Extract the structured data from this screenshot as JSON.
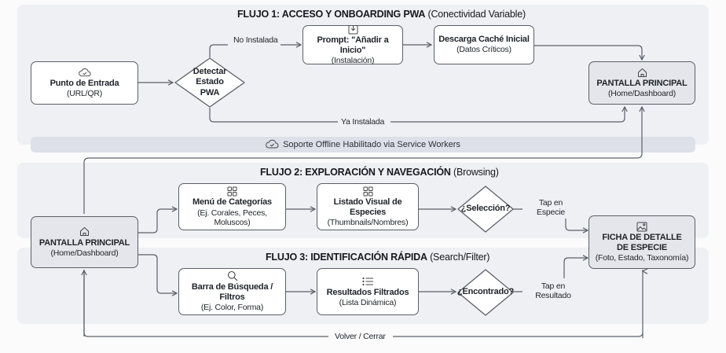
{
  "flows": [
    {
      "id": "flujo1",
      "title_bold": "FLUJO 1: ACCESO Y ONBOARDING PWA",
      "title_note": "(Conectividad Variable)"
    },
    {
      "id": "flujo2",
      "title_bold": "FLUJO 2: EXPLORACIÓN Y NAVEGACIÓN",
      "title_note": "(Browsing)"
    },
    {
      "id": "flujo3",
      "title_bold": "FLUJO 3: IDENTIFICACIÓN RÁPIDA",
      "title_note": "(Search/Filter)"
    }
  ],
  "offline_banner": {
    "icon": "cloud-check-icon",
    "text": "Soporte Offline Habilitado via Service Workers"
  },
  "nodes": {
    "entry": {
      "icon": "cloud-check-icon",
      "title": "Punto de Entrada",
      "subtitle": "(URL/QR)"
    },
    "detect": {
      "title": "Detectar Estado PWA"
    },
    "prompt": {
      "icon": "download-icon",
      "title": "Prompt: \"Añadir a Inicio\"",
      "subtitle": "(Instalación)"
    },
    "cache": {
      "title": "Descarga Caché Inicial",
      "subtitle": "(Datos Críticos)"
    },
    "home_top": {
      "icon": "home-icon",
      "title": "PANTALLA PRINCIPAL",
      "subtitle": "(Home/Dashboard)"
    },
    "home_left": {
      "icon": "home-icon",
      "title": "PANTALLA PRINCIPAL",
      "subtitle": "(Home/Dashboard)"
    },
    "categories": {
      "icon": "grid-icon",
      "title": "Menú de Categorías",
      "subtitle": "(Ej. Corales, Peces, Moluscos)"
    },
    "species_list": {
      "icon": "grid-icon",
      "title": "Listado Visual de Especies",
      "subtitle": "(Thumbnails/Nombres)"
    },
    "selection": {
      "title": "¿Selección?"
    },
    "search": {
      "icon": "search-icon",
      "title": "Barra de Búsqueda / Filtros",
      "subtitle": "(Ej. Color, Forma)"
    },
    "results": {
      "icon": "list-icon",
      "title": "Resultados Filtrados",
      "subtitle": "(Lista Dinámica)"
    },
    "found": {
      "title": "¿Encontrado?"
    },
    "detail": {
      "icon": "image-icon",
      "title": "FICHA DE DETALLE DE ESPECIE",
      "subtitle": "(Foto, Estado, Taxonomía)"
    }
  },
  "edges": {
    "not_installed": "No Instalada",
    "installed": "Ya Instalada",
    "tap_species": "Tap en Especie",
    "tap_result": "Tap en Resultado",
    "back_close": "Volver / Cerrar"
  },
  "colors": {
    "band": "#eef0f3",
    "banner": "#dde0e8",
    "main_node": "#e4e6ec",
    "stroke": "#5b5f68"
  }
}
